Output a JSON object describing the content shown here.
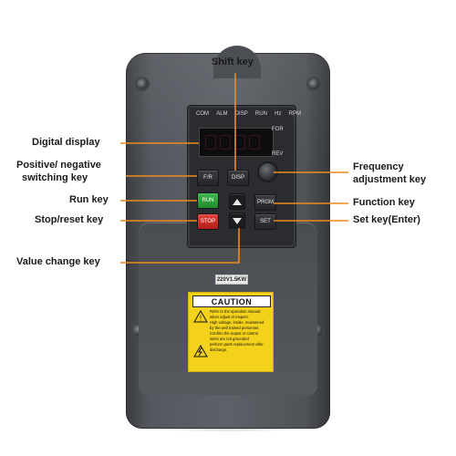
{
  "callouts": {
    "shift_key": "Shift key",
    "digital_display": "Digital display",
    "positive_negative_line1": "Positive/ negative",
    "positive_negative_line2": "switching key",
    "run_key": "Run key",
    "stop_reset_key": "Stop/reset key",
    "value_change_key": "Value change key",
    "frequency_line1": "Frequency",
    "frequency_line2": "adjustment key",
    "function_key": "Function key",
    "set_key": "Set key(Enter)"
  },
  "panel": {
    "indicators": [
      "COM",
      "ALM",
      "DISP",
      "RUN",
      "Hz",
      "RPM"
    ],
    "for_label": "FOR",
    "rev_label": "REV",
    "keys": {
      "fr": "F/R",
      "disp": "DISP",
      "run": "RUN",
      "stop": "STOP",
      "prgm": "PRGM",
      "set": "SET"
    }
  },
  "rating_label": "220V1.5KW",
  "caution": {
    "title": "CAUTION",
    "lines": [
      "Refer to the operation manual",
      "when adjust or inspect.",
      "High voltage, inside, maintained",
      "by the well trained personnel.",
      "Confirm the output or control",
      "wires are not grounded",
      "perform parts replacement after",
      "discharge."
    ]
  },
  "colors": {
    "callout_line": "#f0891e",
    "run_key": "#2e9e3a",
    "stop_key": "#d12d26",
    "caution_bg": "#f4d21c",
    "housing": "#55585e"
  }
}
